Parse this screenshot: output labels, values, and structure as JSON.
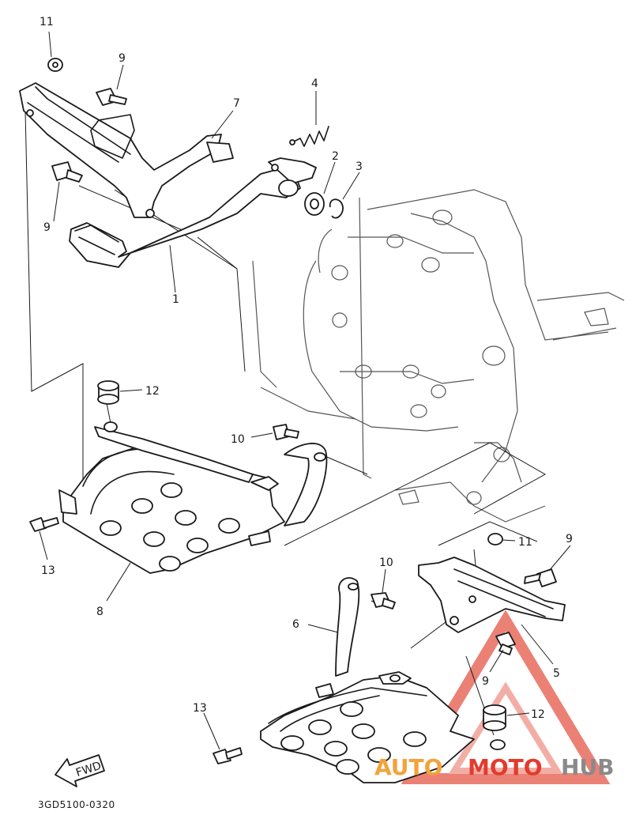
{
  "callouts": {
    "c1": "1",
    "c2": "2",
    "c3": "3",
    "c4": "4",
    "c5": "5",
    "c6": "6",
    "c7": "7",
    "c8": "8",
    "c9a": "9",
    "c9b": "9",
    "c9c": "9",
    "c9d": "9",
    "c10a": "10",
    "c10b": "10",
    "c11a": "11",
    "c11b": "11",
    "c12a": "12",
    "c12b": "12",
    "c13a": "13",
    "c13b": "13"
  },
  "fwd_label": "FWD",
  "diagram_code": "3GD5100-0320",
  "watermark": {
    "part_auto": "AUTO",
    "part_moto": "MOTO",
    "part_hub": "HUB",
    "colors": {
      "auto": "#f2a33a",
      "moto": "#e33b2e",
      "hub": "#8a8a8a"
    }
  }
}
